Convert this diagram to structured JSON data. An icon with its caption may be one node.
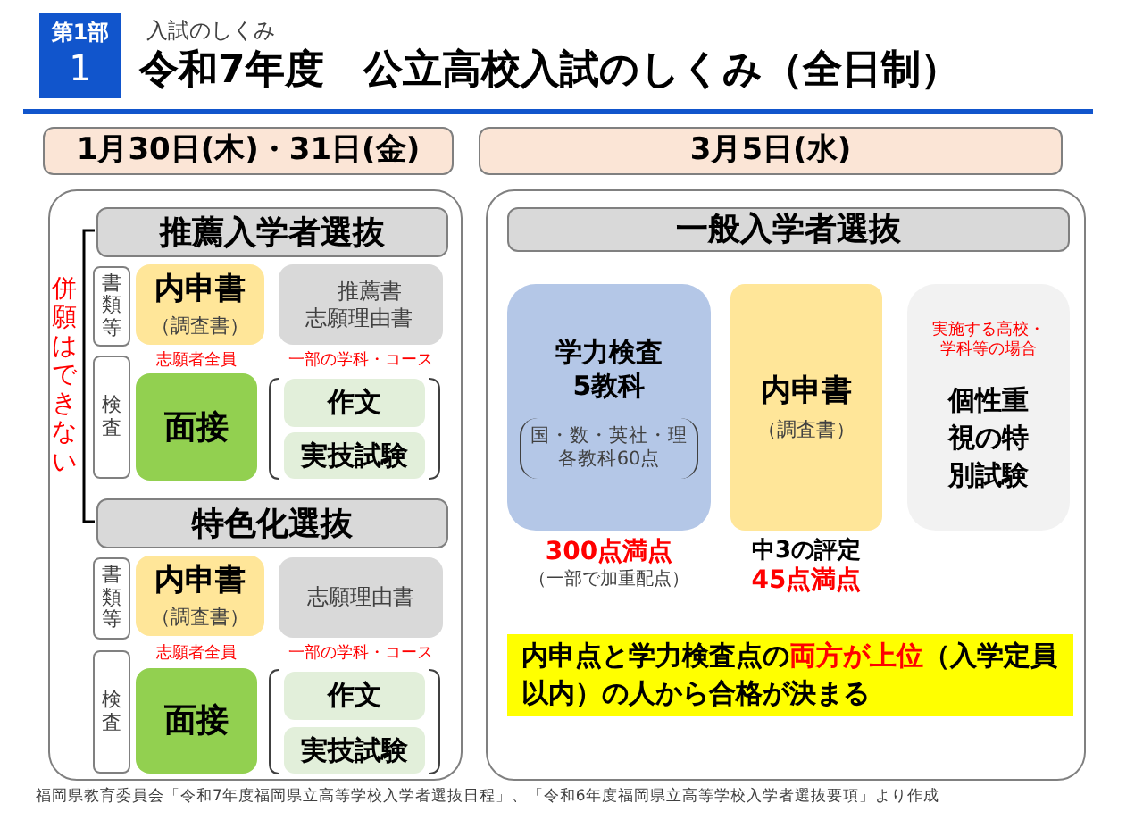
{
  "diagram": {
    "title": "令和7年度　公立高校入試のしくみ（全日制）",
    "caption": "福岡県教育委員会「令和7年度福岡県立高等学校入学者選抜日程」、「令和6年度福岡県立高等学校入学者選抜要項」より作成",
    "nodes": [
      {
        "text": [
          "第1部",
          "1"
        ]
      },
      {
        "text": [
          "1月30日(木)・31日(金)"
        ]
      },
      {
        "text": [
          "3月5日(水)"
        ]
      },
      {
        "text": [],
        "shape": "box"
      },
      {
        "text": [
          "推薦入学者選抜"
        ],
        "in": 3
      },
      {
        "text": [
          "書類等"
        ],
        "in": 3
      },
      {
        "text": [
          "内申書",
          "（調査書）"
        ],
        "in": 3
      },
      {
        "text": [
          "推薦書志願理由書"
        ],
        "in": 3
      },
      {
        "text": [
          "検査"
        ],
        "in": 3
      },
      {
        "text": [
          "面接"
        ],
        "in": 3,
        "beside": [
          "志願者全員"
        ]
      },
      {
        "text": [
          "作文"
        ],
        "in": 3,
        "beside": [
          "一部の学科・コース"
        ]
      },
      {
        "text": [
          "実技試験"
        ],
        "in": 3
      },
      {
        "text": [
          "特色化選抜"
        ],
        "in": 3
      },
      {
        "text": [
          "書類等"
        ],
        "in": 3
      },
      {
        "text": [
          "内申書",
          "（調査書）"
        ],
        "in": 3
      },
      {
        "text": [
          "志願理由書"
        ],
        "in": 3
      },
      {
        "text": [
          "検査"
        ],
        "in": 3
      },
      {
        "text": [
          "面接"
        ],
        "in": 3,
        "beside": [
          "志願者全員"
        ]
      },
      {
        "text": [
          "作文"
        ],
        "in": 3,
        "beside": [
          "一部の学科・コース"
        ]
      },
      {
        "text": [
          "実技試験"
        ],
        "in": 3
      },
      {
        "text": [],
        "shape": "box"
      },
      {
        "text": [
          "一般入学者選抜"
        ],
        "in": 20
      },
      {
        "text": [
          "学力検査5教科",
          "国・数・英社・理各教科60点"
        ],
        "in": 20,
        "beside": [
          "300点満点",
          "（一部で加重配点）"
        ]
      },
      {
        "text": [
          "内申書",
          "（調査書）"
        ],
        "in": 20,
        "beside": [
          "中3の評定",
          "45点満点"
        ]
      },
      {
        "text": [
          "実施する高校・学科等の場合",
          "個性重視の特別試験"
        ],
        "in": 20
      },
      {
        "text": [
          "内申点と学力検査点の**両方が上位**（入学定員以内）の人から合格が決まる"
        ],
        "in": 20
      }
    ],
    "edges": [
      {
        "from": 4,
        "to": 12,
        "arrow": "none",
        "label": "併願はできない"
      }
    ],
    "labels": [
      "入試のしくみ"
    ]
  }
}
